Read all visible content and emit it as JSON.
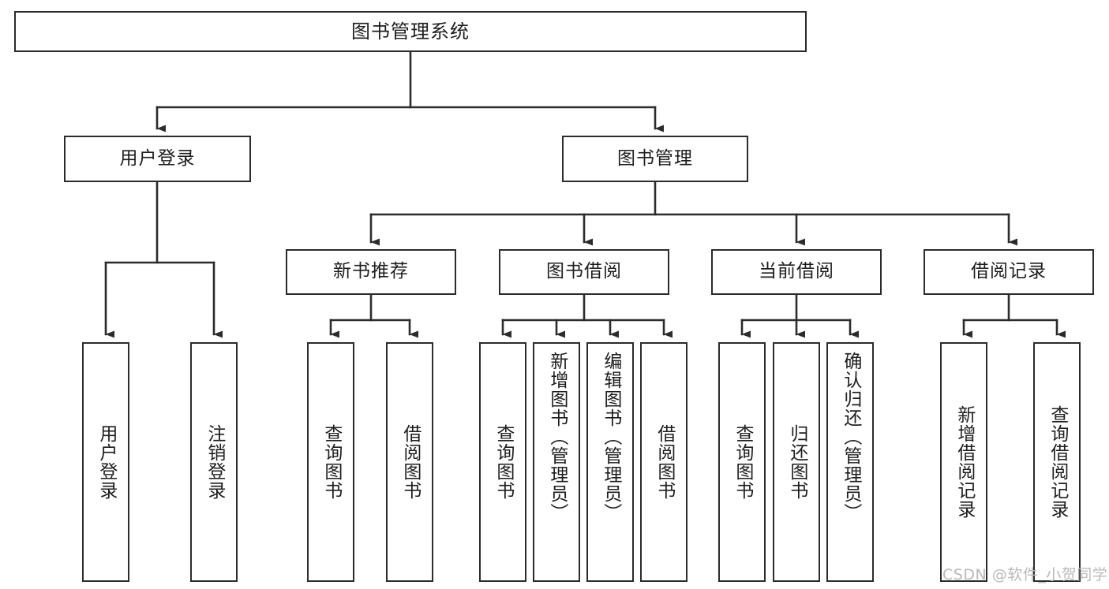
{
  "diagram": {
    "title": "图书管理系统",
    "type": "tree-hierarchy",
    "root": {
      "label": "图书管理系统"
    },
    "level2": [
      {
        "label": "用户登录"
      },
      {
        "label": "图书管理"
      }
    ],
    "level3": [
      {
        "label": "新书推荐"
      },
      {
        "label": "图书借阅"
      },
      {
        "label": "当前借阅"
      },
      {
        "label": "借阅记录"
      }
    ],
    "leaves": {
      "user_login": [
        {
          "label": "用户登录"
        },
        {
          "label": "注销登录"
        }
      ],
      "new_book_recommend": [
        {
          "label": "查询图书"
        },
        {
          "label": "借阅图书"
        }
      ],
      "book_borrow": [
        {
          "label": "查询图书"
        },
        {
          "label": "新增图书（管理员）"
        },
        {
          "label": "编辑图书（管理员）"
        },
        {
          "label": "借阅图书"
        }
      ],
      "current_borrow": [
        {
          "label": "查询图书"
        },
        {
          "label": "归还图书"
        },
        {
          "label": "确认归还（管理员）"
        }
      ],
      "borrow_record": [
        {
          "label": "新增借阅记录"
        },
        {
          "label": "查询借阅记录"
        }
      ]
    }
  },
  "watermark": {
    "text": "CSDN @软件_小贺同学"
  },
  "colors": {
    "stroke": "#2b2b2b",
    "background": "#ffffff",
    "text": "#1d1d1d",
    "watermark": "#b9b9b9"
  }
}
